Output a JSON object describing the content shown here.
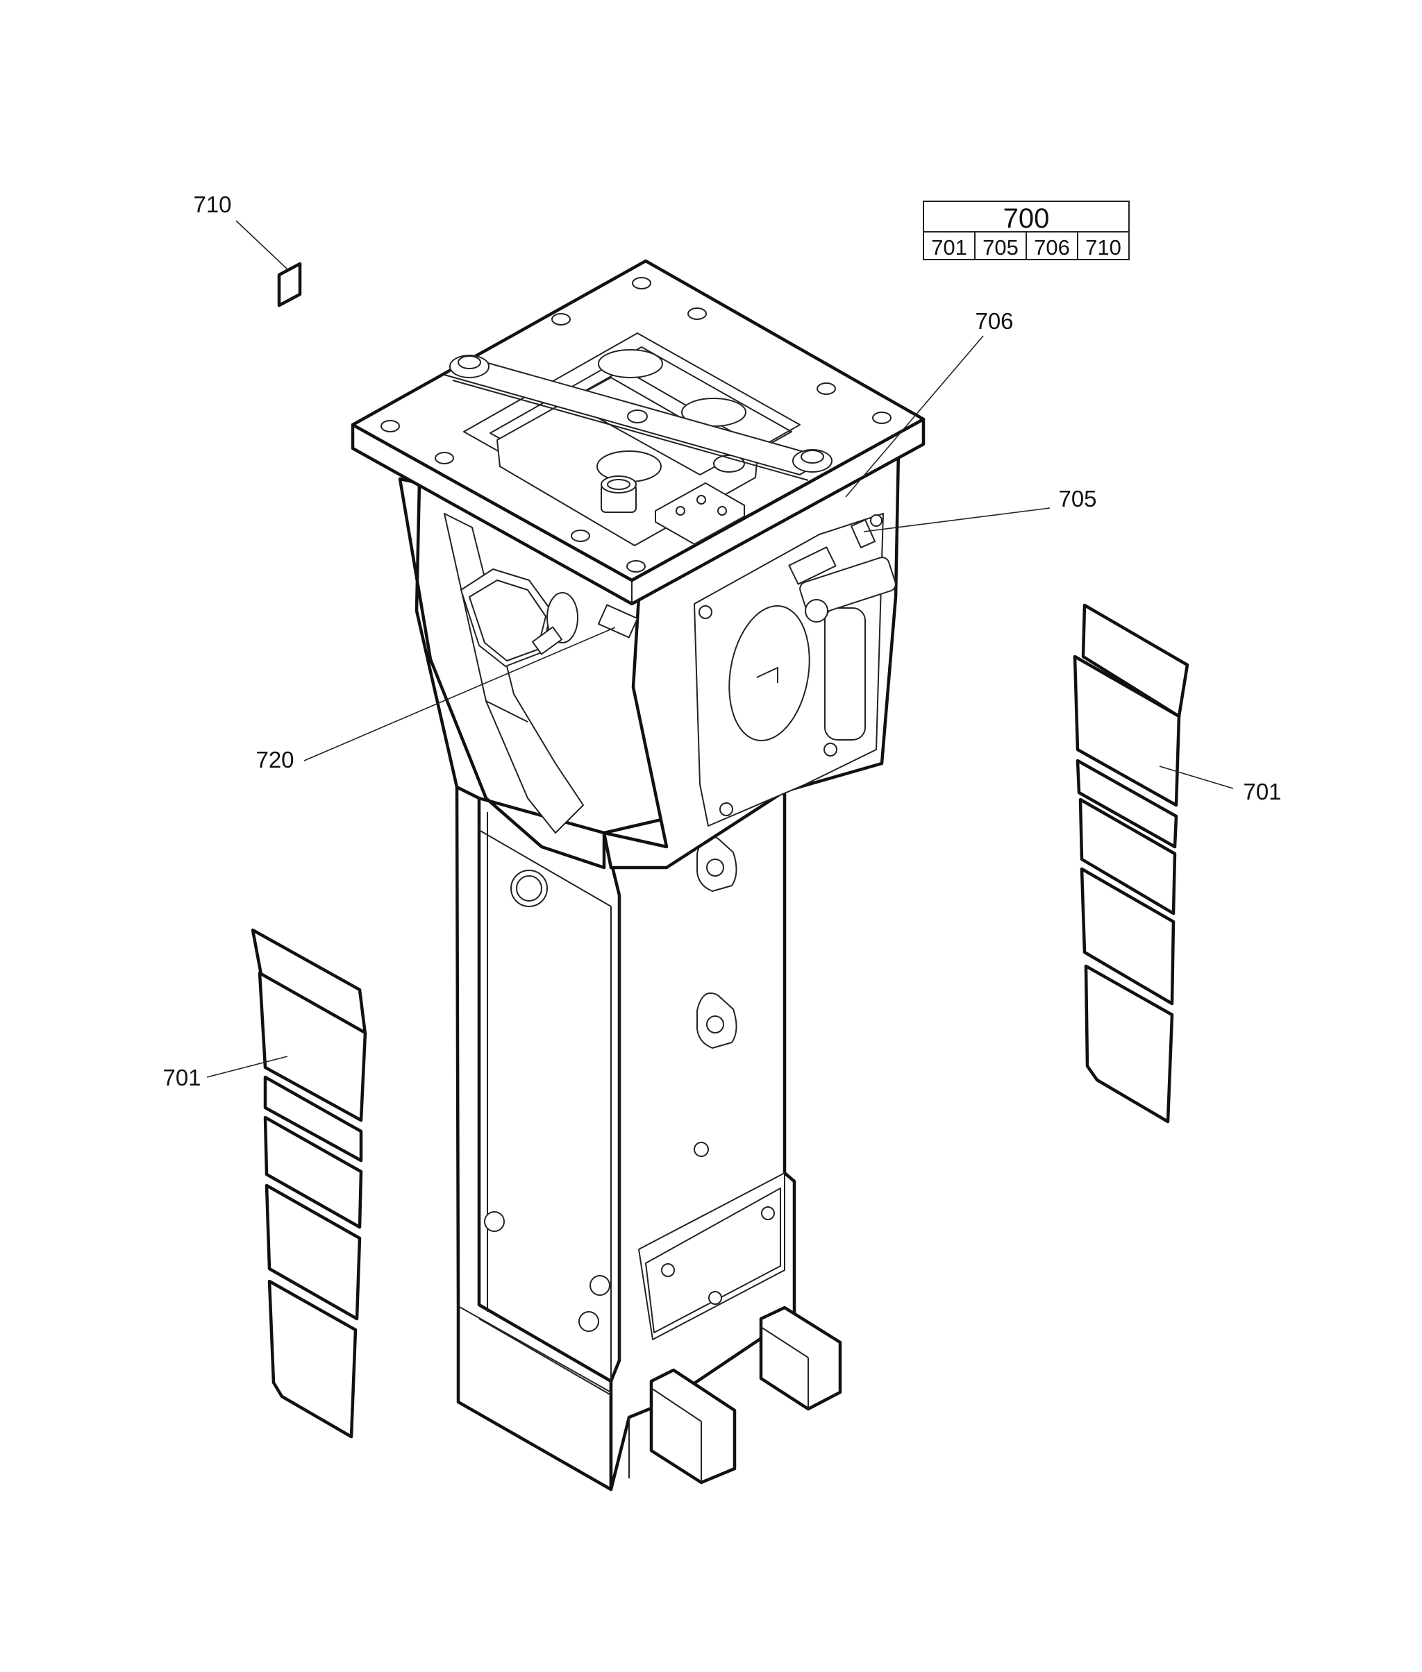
{
  "kit_table": {
    "kit_number": "700",
    "parts": [
      "701",
      "705",
      "706",
      "710"
    ]
  },
  "callouts": [
    {
      "id": "callout-710",
      "label": "710"
    },
    {
      "id": "callout-706",
      "label": "706"
    },
    {
      "id": "callout-705",
      "label": "705"
    },
    {
      "id": "callout-720",
      "label": "720"
    },
    {
      "id": "callout-701-right",
      "label": "701"
    },
    {
      "id": "callout-701-left",
      "label": "701"
    }
  ]
}
